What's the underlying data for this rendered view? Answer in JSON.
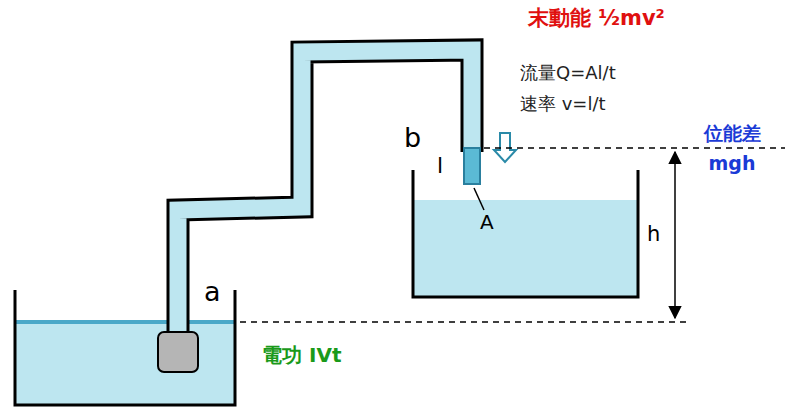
{
  "diagram": {
    "labels": [
      "末動能 ½mv²",
      "流量Q=Al/t",
      "速率 v=l/t",
      "位能差 mgh",
      "b",
      "l",
      "A",
      "h",
      "a",
      "電功 IVt"
    ]
  }
}
